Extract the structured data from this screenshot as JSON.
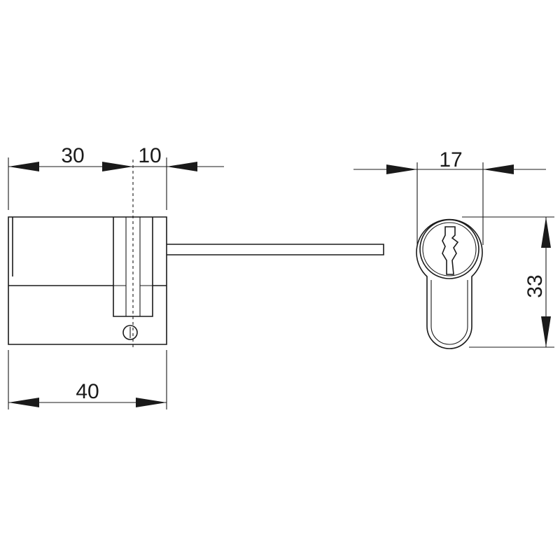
{
  "dimensions": {
    "body_length": "30",
    "cam_width": "10",
    "total_length": "40",
    "face_width": "17",
    "height": "33"
  },
  "colors": {
    "line": "#1a1a1a",
    "background": "#ffffff"
  }
}
